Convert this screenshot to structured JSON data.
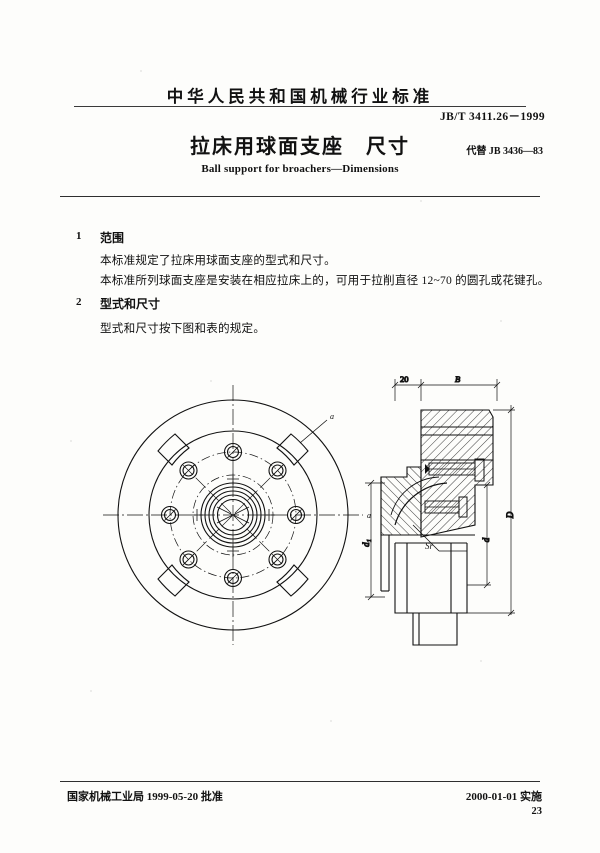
{
  "header": {
    "nation_line": "中华人民共和国机械行业标准",
    "standard_no": "JB/T 3411.26－1999",
    "title_cn": "拉床用球面支座　尺寸",
    "replaces": "代替 JB 3436—83",
    "title_en": "Ball support for broachers—Dimensions"
  },
  "body": {
    "clause1": {
      "num": "1",
      "title": "范围",
      "p1": "本标准规定了拉床用球面支座的型式和尺寸。",
      "p2": "本标准所列球面支座是安装在相应拉床上的，可用于拉削直径 12~70 的圆孔或花键孔。"
    },
    "clause2": {
      "num": "2",
      "title": "型式和尺寸",
      "p1": "型式和尺寸按下图和表的规定。"
    }
  },
  "figure": {
    "labels": {
      "a_slot": "a",
      "a_right": "a",
      "dim_20": "20",
      "dim_B": "B",
      "dim_D": "D",
      "dim_d": "d",
      "dim_d1": "d₁",
      "dim_Sr": "Sr"
    }
  },
  "footer": {
    "left": "国家机械工业局 1999-05-20 批准",
    "right": "2000-01-01 实施",
    "page": "23"
  },
  "colors": {
    "ink": "#111111",
    "rule": "#2f2f2f",
    "paper": "#fdfdfb"
  }
}
